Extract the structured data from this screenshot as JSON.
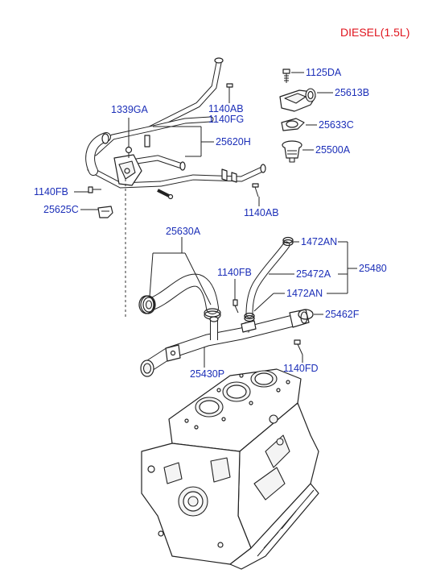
{
  "header": {
    "title": "DIESEL(1.5L)"
  },
  "labels": {
    "p1125DA": "1125DA",
    "p25613B": "25613B",
    "p25633C": "25633C",
    "p25500A": "25500A",
    "p1339GA": "1339GA",
    "p1140AB_top": "1140AB",
    "p1140FG": "1140FG",
    "p25620H": "25620H",
    "p1140FB_left": "1140FB",
    "p25625C": "25625C",
    "p1140AB_right": "1140AB",
    "p25630A": "25630A",
    "p1472AN_top": "1472AN",
    "p1140FB_mid": "1140FB",
    "p25472A": "25472A",
    "p25480": "25480",
    "p1472AN_bot": "1472AN",
    "p25462F": "25462F",
    "p25430P": "25430P",
    "p1140FD": "1140FD"
  }
}
